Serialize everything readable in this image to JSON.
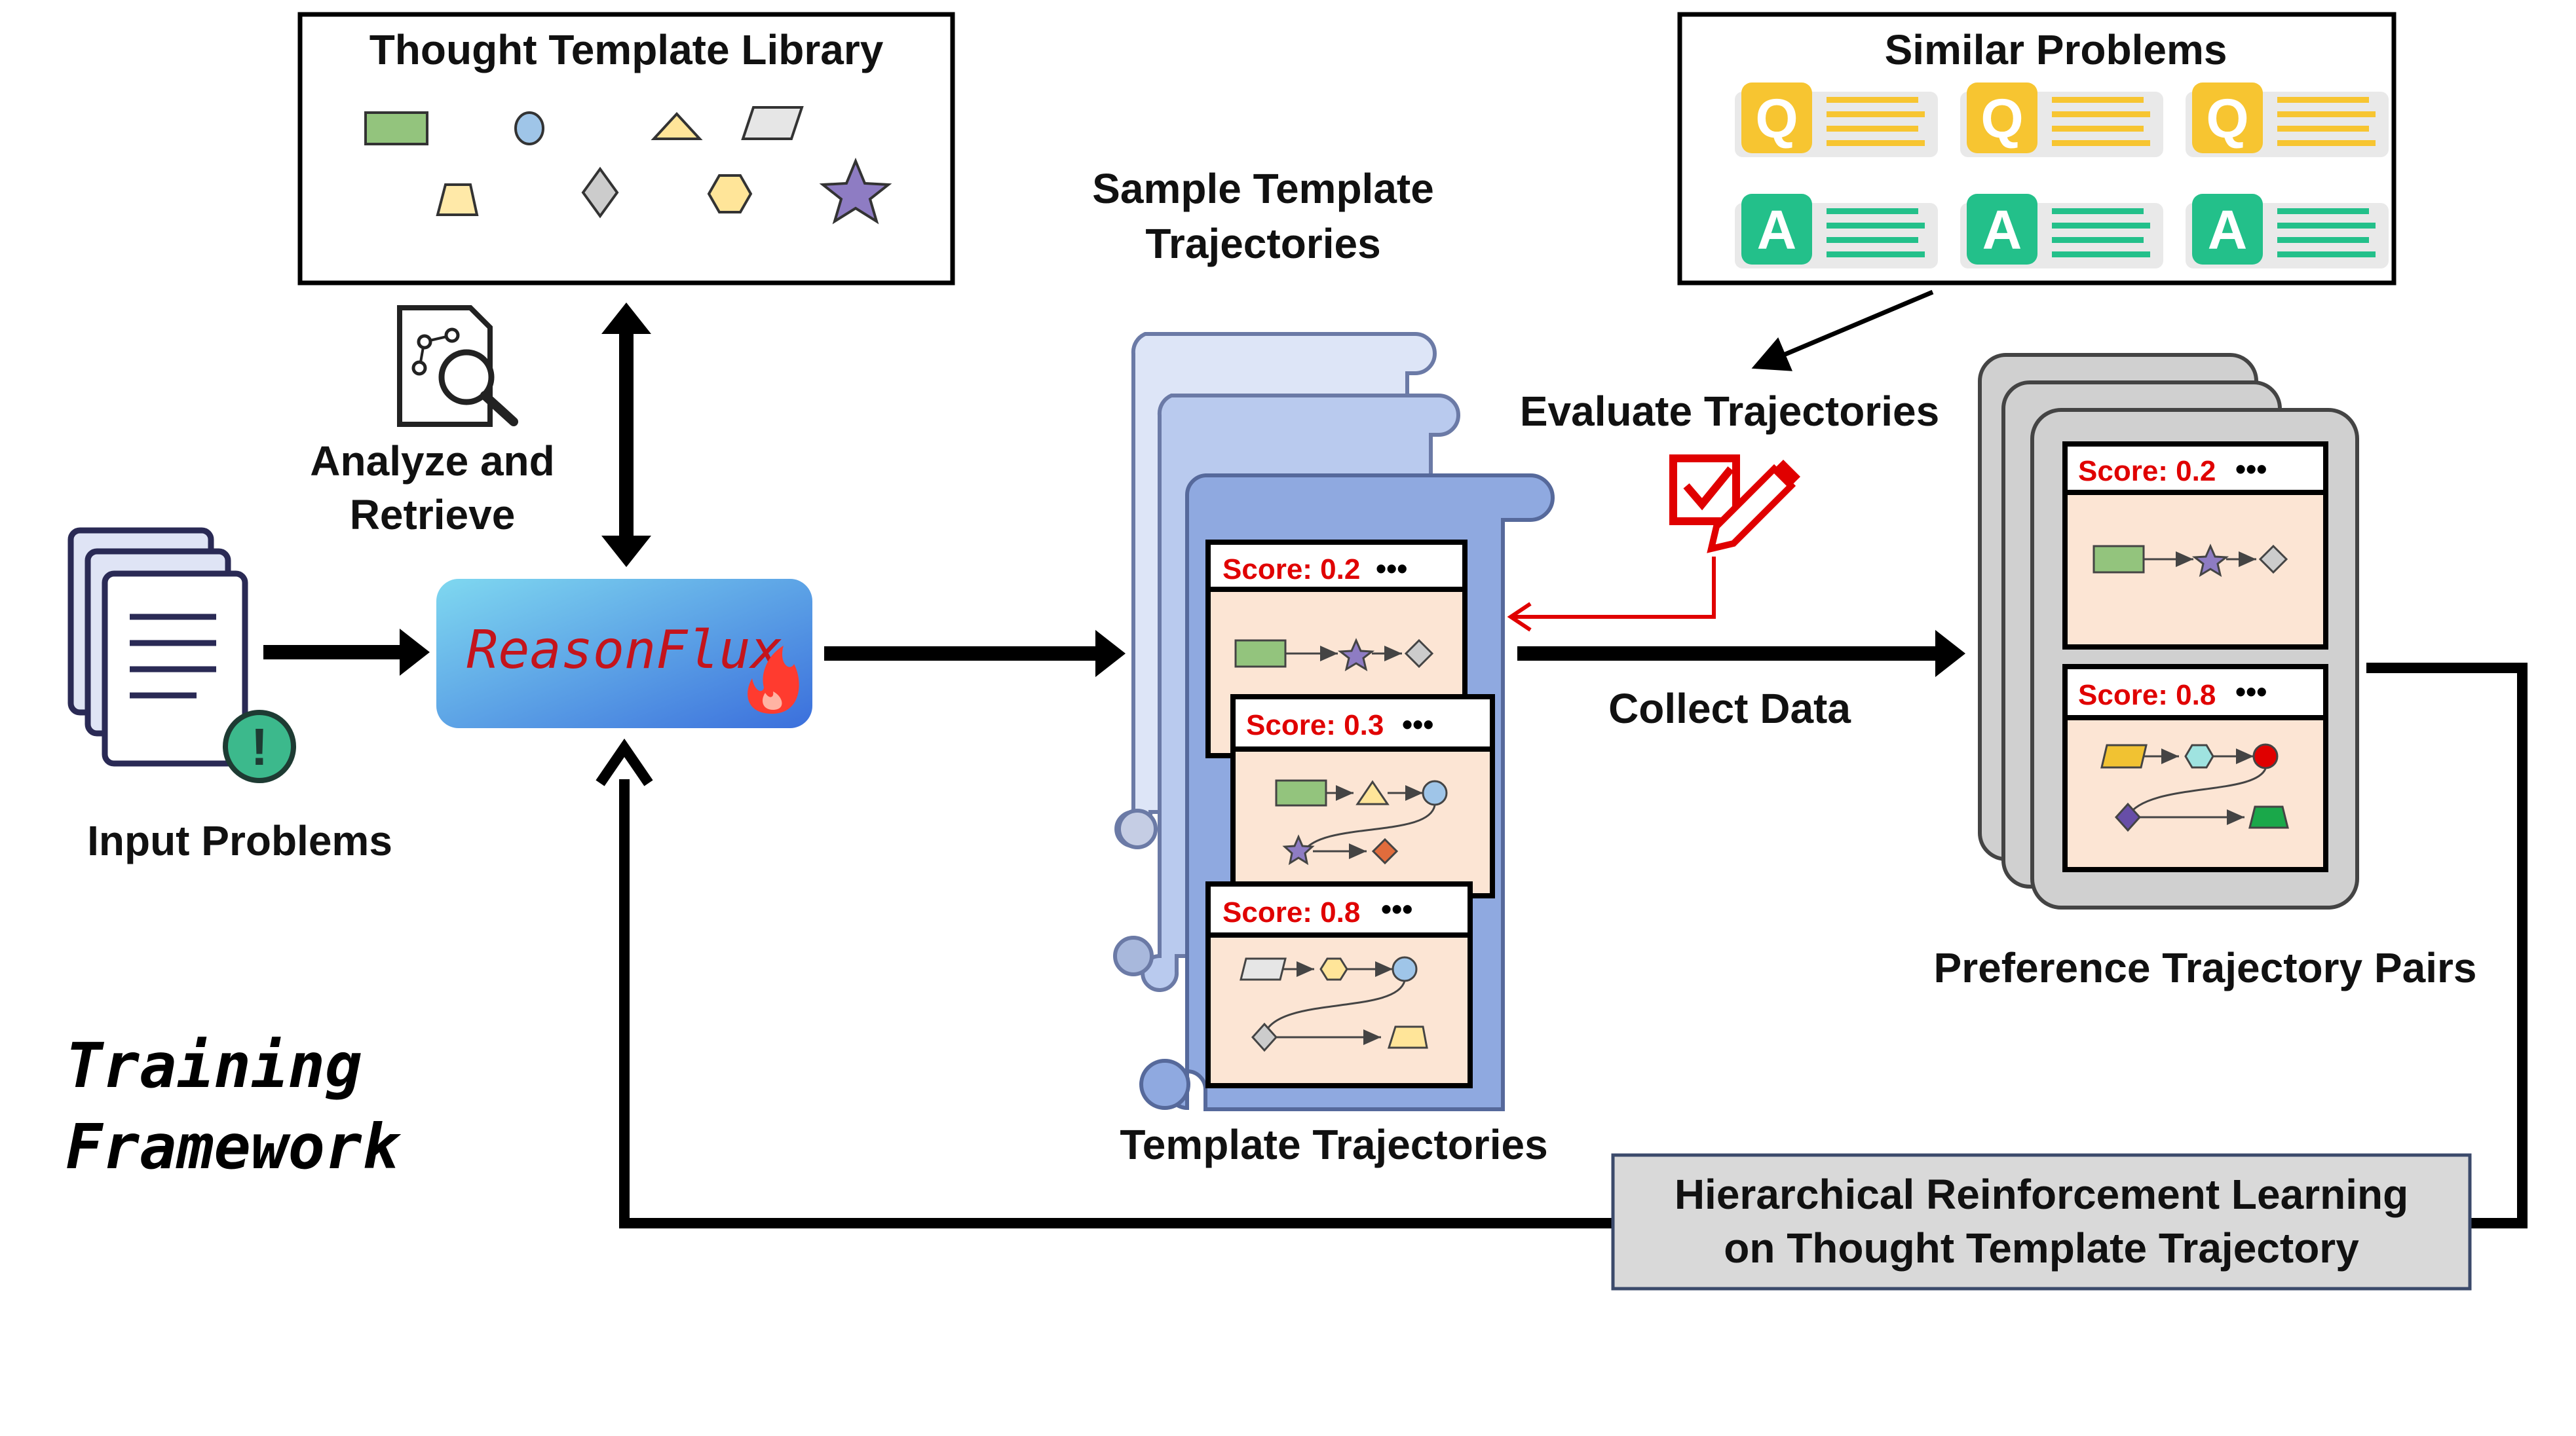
{
  "library": {
    "title": "Thought Template Library"
  },
  "similar": {
    "title": "Similar Problems",
    "q_letter": "Q",
    "a_letter": "A"
  },
  "analyze": {
    "line1": "Analyze and",
    "line2": "Retrieve"
  },
  "input": {
    "label": "Input Problems",
    "alert": "!"
  },
  "model": {
    "name": "ReasonFlux"
  },
  "sample": {
    "line1": "Sample Template",
    "line2": "Trajectories"
  },
  "evaluate": {
    "label": "Evaluate Trajectories"
  },
  "collect": {
    "label": "Collect Data"
  },
  "template_traj": {
    "label": "Template Trajectories",
    "cards": [
      {
        "score": "Score: 0.2",
        "dots": "•••"
      },
      {
        "score": "Score: 0.3",
        "dots": "•••"
      },
      {
        "score": "Score: 0.8",
        "dots": "•••"
      }
    ]
  },
  "pairs": {
    "label": "Preference Trajectory Pairs",
    "cards": [
      {
        "score": "Score: 0.2",
        "dots": "•••"
      },
      {
        "score": "Score: 0.8",
        "dots": "•••"
      }
    ]
  },
  "hrl": {
    "line1": "Hierarchical Reinforcement Learning",
    "line2": "on Thought Template Trajectory"
  },
  "framework": {
    "line1": "Training",
    "line2": "Framework"
  },
  "colors": {
    "green": "#93c47d",
    "blue": "#9fc5e8",
    "yellow": "#ffe599",
    "gray": "#cccccc",
    "purple": "#8e7cc3",
    "orange": "#e06c3c",
    "red": "#e00000",
    "score_red": "#e00000",
    "card_fill": "#fce5d4",
    "q_yellow": "#f7c531",
    "a_green": "#23c08a"
  },
  "icons": [
    "document-stack-icon",
    "alert-icon",
    "analyze-search-icon",
    "flame-icon",
    "checklist-pen-icon"
  ]
}
